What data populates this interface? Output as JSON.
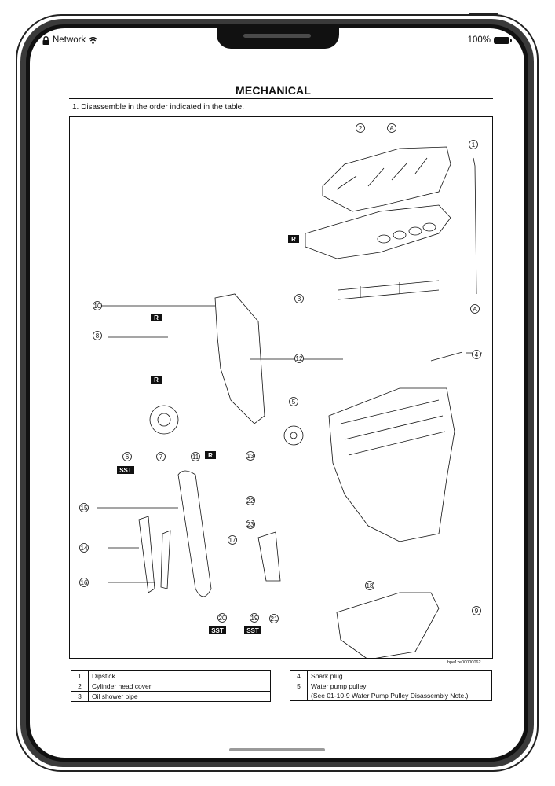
{
  "status_bar": {
    "network_label": "Network",
    "battery_text": "100%"
  },
  "page": {
    "title": "MECHANICAL",
    "instruction": "1. Disassemble in the order indicated in the table.",
    "figure_id": "bpe1ze00000062"
  },
  "diagram": {
    "callouts": [
      "1",
      "2",
      "3",
      "4",
      "5",
      "6",
      "7",
      "8",
      "9",
      "10",
      "11",
      "12",
      "13",
      "14",
      "15",
      "16",
      "17",
      "18",
      "19",
      "20",
      "21",
      "22",
      "23",
      "A",
      "A"
    ],
    "tags": [
      "R",
      "R",
      "R",
      "R",
      "SST",
      "SST",
      "SST"
    ]
  },
  "parts_table_left": [
    {
      "num": "1",
      "name": "Dipstick"
    },
    {
      "num": "2",
      "name": "Cylinder head cover"
    },
    {
      "num": "3",
      "name": "Oil shower pipe"
    }
  ],
  "parts_table_right": [
    {
      "num": "4",
      "name": "Spark plug"
    },
    {
      "num": "5",
      "name": "Water pump pulley",
      "note": "(See 01-10-9 Water Pump Pulley Disassembly Note.)"
    }
  ]
}
